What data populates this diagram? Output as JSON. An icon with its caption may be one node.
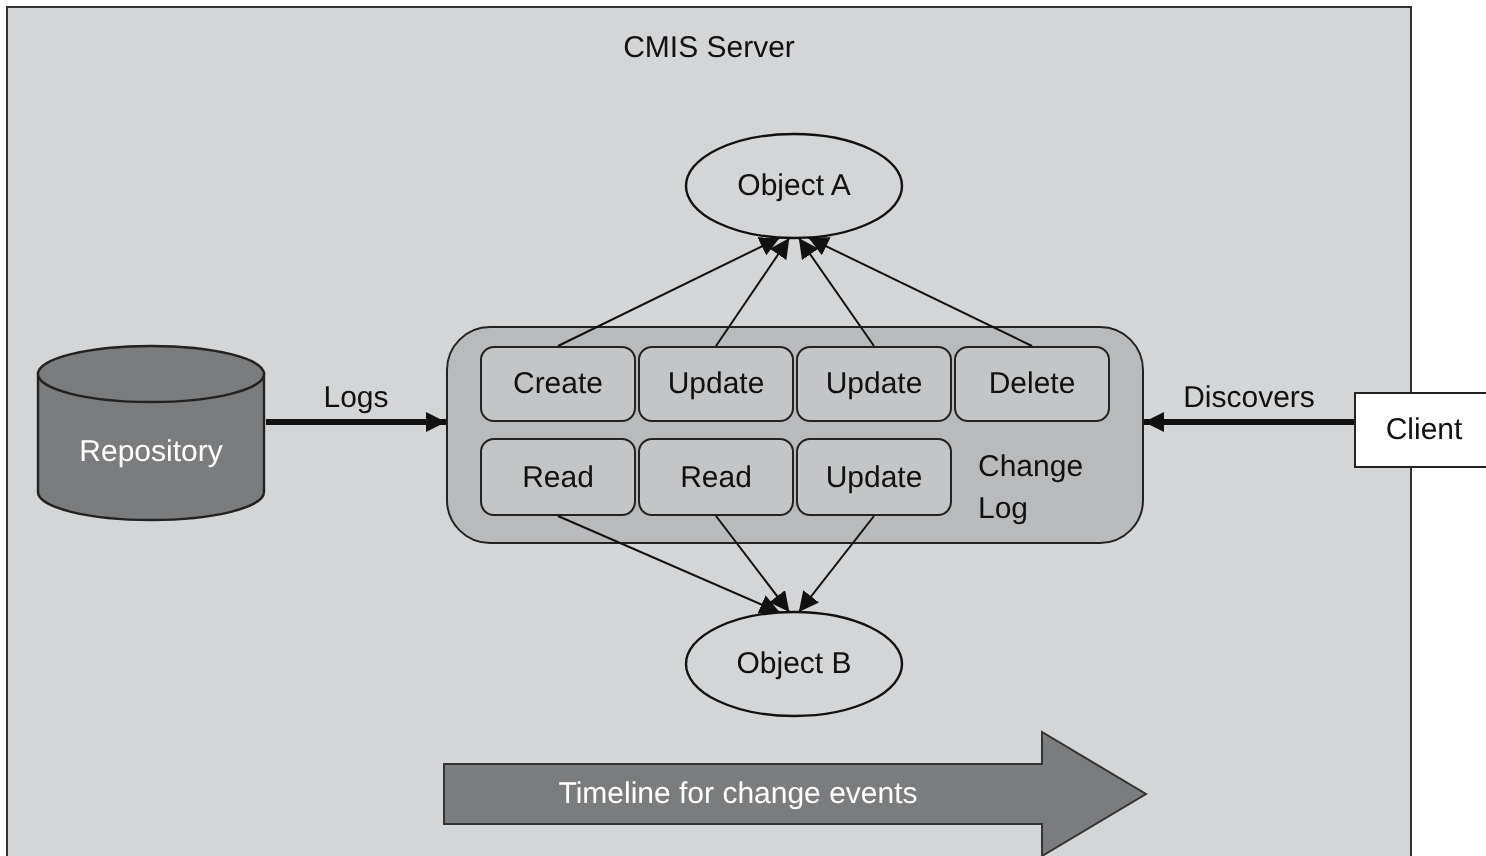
{
  "diagram": {
    "nodes": [
      {
        "text": [
          "CMIS Server"
        ]
      },
      {
        "text": [
          "Object A"
        ],
        "in": 0
      },
      {
        "text": [
          "Change Log"
        ],
        "in": 0
      },
      {
        "text": [
          "Create"
        ],
        "in": 2
      },
      {
        "text": [
          "Update"
        ],
        "in": 2
      },
      {
        "text": [
          "Update"
        ],
        "in": 2
      },
      {
        "text": [
          "Delete"
        ],
        "in": 2
      },
      {
        "text": [
          "Read"
        ],
        "in": 2
      },
      {
        "text": [
          "Read"
        ],
        "in": 2
      },
      {
        "text": [
          "Update"
        ],
        "in": 2
      },
      {
        "text": [
          "Object B"
        ],
        "in": 0
      },
      {
        "text": [
          "Repository"
        ],
        "in": 0
      },
      {
        "text": [
          "Client"
        ]
      },
      {
        "text": [
          "Timeline for change events"
        ],
        "in": 0
      }
    ],
    "edges": [
      {
        "from": 3,
        "to": 1,
        "arrow": "to"
      },
      {
        "from": 4,
        "to": 1,
        "arrow": "to"
      },
      {
        "from": 5,
        "to": 1,
        "arrow": "to"
      },
      {
        "from": 6,
        "to": 1,
        "arrow": "to"
      },
      {
        "from": 7,
        "to": 10,
        "arrow": "to"
      },
      {
        "from": 8,
        "to": 10,
        "arrow": "to"
      },
      {
        "from": 9,
        "to": 10,
        "arrow": "to"
      },
      {
        "from": 11,
        "to": 2,
        "label": "Logs",
        "arrow": "to",
        "style": "thick"
      },
      {
        "from": 12,
        "to": 2,
        "label": "Discovers",
        "arrow": "to",
        "style": "thick"
      }
    ]
  }
}
